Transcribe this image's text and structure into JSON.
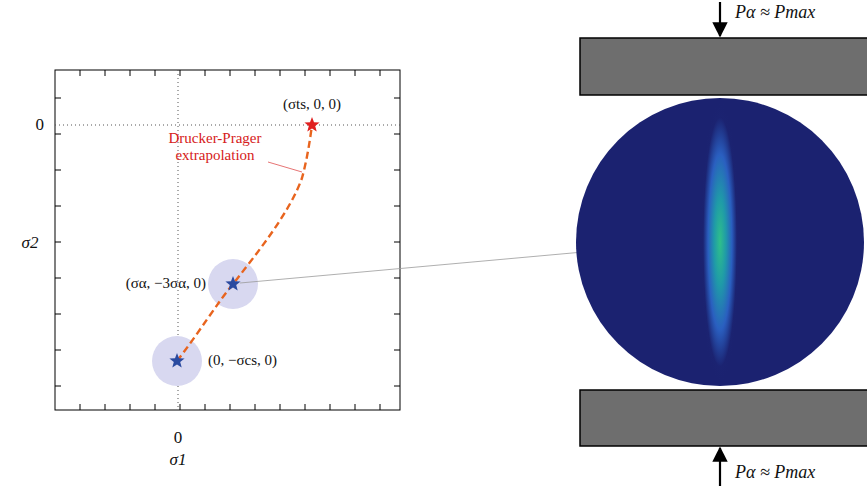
{
  "diagram": {
    "labels": [
      "0",
      "σ2",
      "0",
      "σ1",
      "(σts, 0, 0)",
      "Drucker-Prager extrapolation",
      "(σα, −3σα, 0)",
      "(0, −σcs, 0)",
      "Pα ≈ Pmax",
      "Pα ≈ Pmax"
    ]
  }
}
